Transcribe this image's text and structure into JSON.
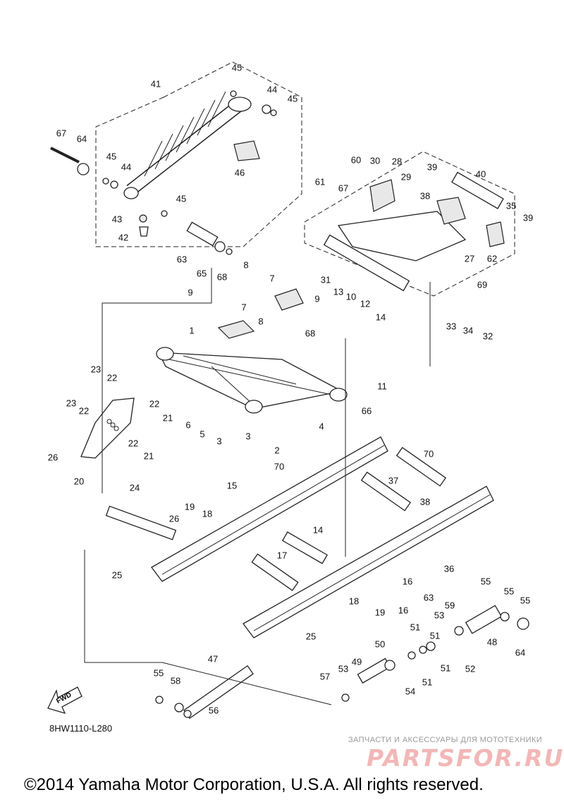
{
  "diagram": {
    "drawing_code": "8HW1110-L280",
    "direction_label": "FWD",
    "copyright": "©2014 Yamaha Motor Corporation, U.S.A. All rights reserved.",
    "watermark": {
      "tagline": "ЗАПЧАСТИ И АКСЕССУАРЫ ДЛЯ МОТОТЕХНИКИ",
      "logo": "PARTSFOR.RU"
    },
    "callouts": [
      "1",
      "2",
      "3",
      "3",
      "4",
      "5",
      "6",
      "7",
      "7",
      "8",
      "8",
      "9",
      "9",
      "10",
      "11",
      "12",
      "13",
      "14",
      "14",
      "15",
      "16",
      "16",
      "17",
      "18",
      "18",
      "19",
      "19",
      "20",
      "21",
      "21",
      "22",
      "22",
      "22",
      "22",
      "23",
      "23",
      "24",
      "25",
      "25",
      "26",
      "26",
      "27",
      "28",
      "29",
      "30",
      "31",
      "32",
      "33",
      "34",
      "35",
      "36",
      "37",
      "38",
      "38",
      "39",
      "39",
      "40",
      "41",
      "42",
      "43",
      "44",
      "44",
      "45",
      "45",
      "45",
      "45",
      "46",
      "47",
      "48",
      "49",
      "50",
      "51",
      "51",
      "51",
      "51",
      "52",
      "53",
      "53",
      "54",
      "55",
      "55",
      "55",
      "55",
      "56",
      "57",
      "58",
      "59",
      "60",
      "61",
      "62",
      "63",
      "63",
      "64",
      "64",
      "65",
      "66",
      "67",
      "67",
      "68",
      "68",
      "69",
      "70",
      "70"
    ]
  }
}
